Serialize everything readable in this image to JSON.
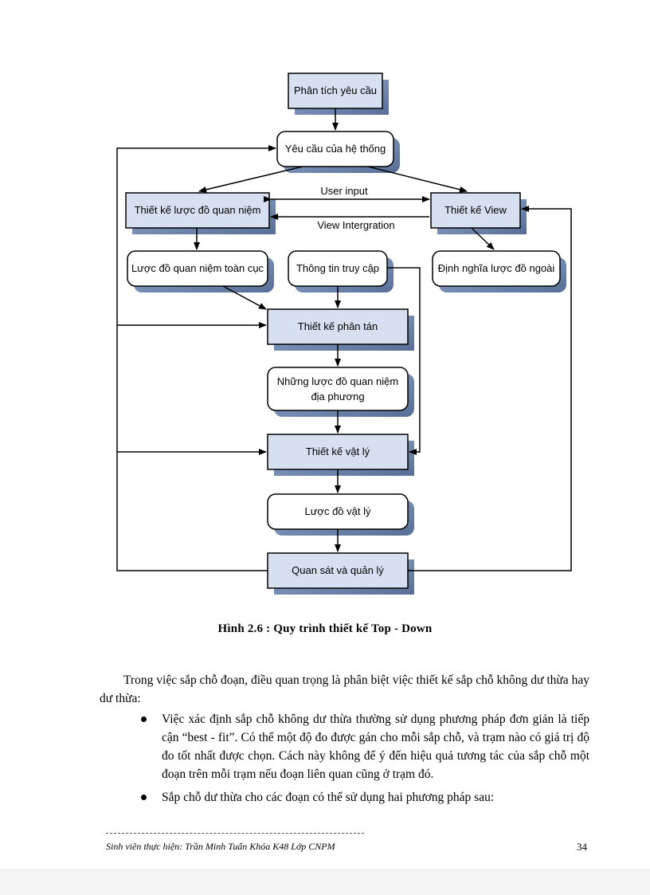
{
  "diagram": {
    "nodes": {
      "phan_tich": "Phân tích yêu cầu",
      "yeu_cau_he_thong": "Yêu cầu của hệ thống",
      "thiet_ke_luoc_do": "Thiết kế lược đồ quan niệm",
      "thiet_ke_view": "Thiết kế View",
      "luoc_do_toan_cuc": "Lược đồ quan niệm toàn cục",
      "thong_tin_truy_cap": "Thông tin truy cập",
      "dinh_nghia_ngoai": "Định nghĩa lược đồ ngoài",
      "thiet_ke_phan_tan": "Thiết kế phân tán",
      "luoc_do_dia_phuong_1": "Những lược đồ quan niệm",
      "luoc_do_dia_phuong_2": "địa phương",
      "thiet_ke_vat_ly": "Thiết kế vật lý",
      "luoc_do_vat_ly": "Lược đồ vật lý",
      "quan_sat": "Quan sát và quản lý"
    },
    "edge_labels": {
      "user_input": "User input",
      "view_integration": "View Intergration"
    },
    "colors": {
      "box_fill": "#d7e0f0",
      "box_border": "#000000",
      "shadow": "#3a5a8c",
      "line": "#000000"
    }
  },
  "caption": "Hình 2.6 : Quy trình thiết kế Top - Down",
  "body": {
    "paragraph": "Trong việc sắp chỗ đoạn, điều quan trọng là phân biệt việc thiết kế sắp chỗ không dư thừa hay dư thừa:",
    "bullets": [
      "Việc xác định sắp chỗ không dư thừa thường sử dụng phương pháp đơn giản là tiếp cận “best - fit”. Có thể một độ đo được gán cho mỗi sắp chỗ, và trạm nào có giá trị độ đo tốt nhất được chọn. Cách này không để ý đến hiệu quả tương tác của sắp chỗ một đoạn trên mỗi trạm nếu đoạn liên quan cũng ở trạm đó.",
      "Sắp chỗ dư thừa cho các đoạn có thể sử dụng hai phương pháp sau:"
    ]
  },
  "footer": {
    "author": "Sinh viên thực hiện: Trần Minh Tuấn   Khóa K48   Lớp CNPM",
    "page_number": "34"
  }
}
